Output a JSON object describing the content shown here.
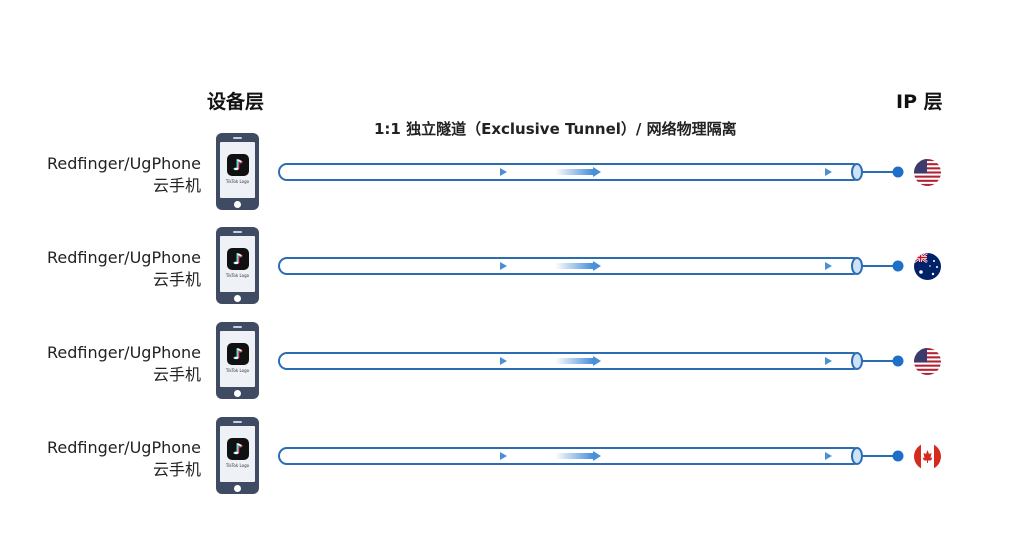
{
  "headers": {
    "device_layer": "设备层",
    "ip_layer": "IP 层"
  },
  "title": "1:1 独立隧道（Exclusive Tunnel）/ 网络物理隔离",
  "colors": {
    "tunnel": "#2a6db3",
    "arrow": "#4a90d9",
    "dot": "#1f6fc8"
  },
  "rows": [
    {
      "name_line1": "Redfinger/UgPhone",
      "name_line2": "云手机",
      "app_icon": "tiktok-icon",
      "app_label": "TikTok Logo",
      "flag": "us-flag"
    },
    {
      "name_line1": "Redfinger/UgPhone",
      "name_line2": "云手机",
      "app_icon": "tiktok-icon",
      "app_label": "TikTok Logo",
      "flag": "au-flag"
    },
    {
      "name_line1": "Redfinger/UgPhone",
      "name_line2": "云手机",
      "app_icon": "tiktok-icon",
      "app_label": "TikTok Logo",
      "flag": "us-flag"
    },
    {
      "name_line1": "Redfinger/UgPhone",
      "name_line2": "云手机",
      "app_icon": "tiktok-icon",
      "app_label": "TikTok Logo",
      "flag": "ca-flag"
    }
  ]
}
